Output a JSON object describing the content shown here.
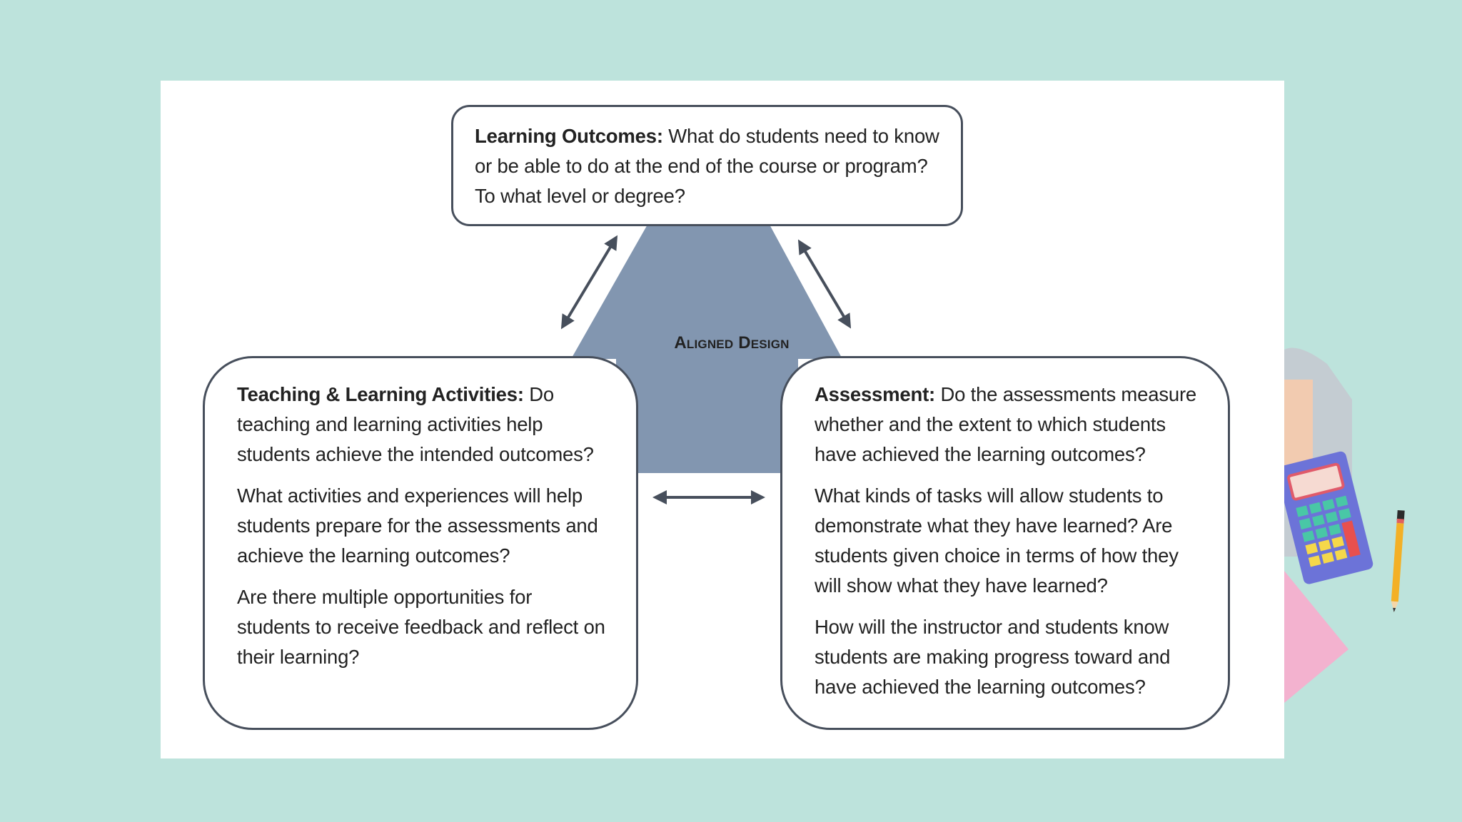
{
  "diagram": {
    "center_label": "Aligned Design",
    "outcomes": {
      "heading": "Learning Outcomes:",
      "body": "What do students need to know or be able to do at the end of the course or program? To what level or degree?"
    },
    "activities": {
      "heading": "Teaching & Learning Activities:",
      "body": "Do teaching and learning activities help students achieve the intended outcomes?",
      "paragraphs": [
        "What activities and experiences will help students prepare for the assessments and achieve the learning outcomes?",
        "Are there multiple opportunities for students to receive feedback and reflect on their learning?"
      ]
    },
    "assessment": {
      "heading": "Assessment:",
      "body": "Do the assessments measure whether and the extent to which students have achieved the learning outcomes?",
      "paragraphs": [
        "What kinds of tasks will allow students to demonstrate what they have learned? Are students given choice in terms of how they will show what they have learned?",
        "How will the instructor and students know students are making progress toward and have achieved the learning outcomes?"
      ]
    }
  },
  "colors": {
    "background": "#bde3dc",
    "triangle": "#8296b0",
    "border": "#474f5c"
  }
}
